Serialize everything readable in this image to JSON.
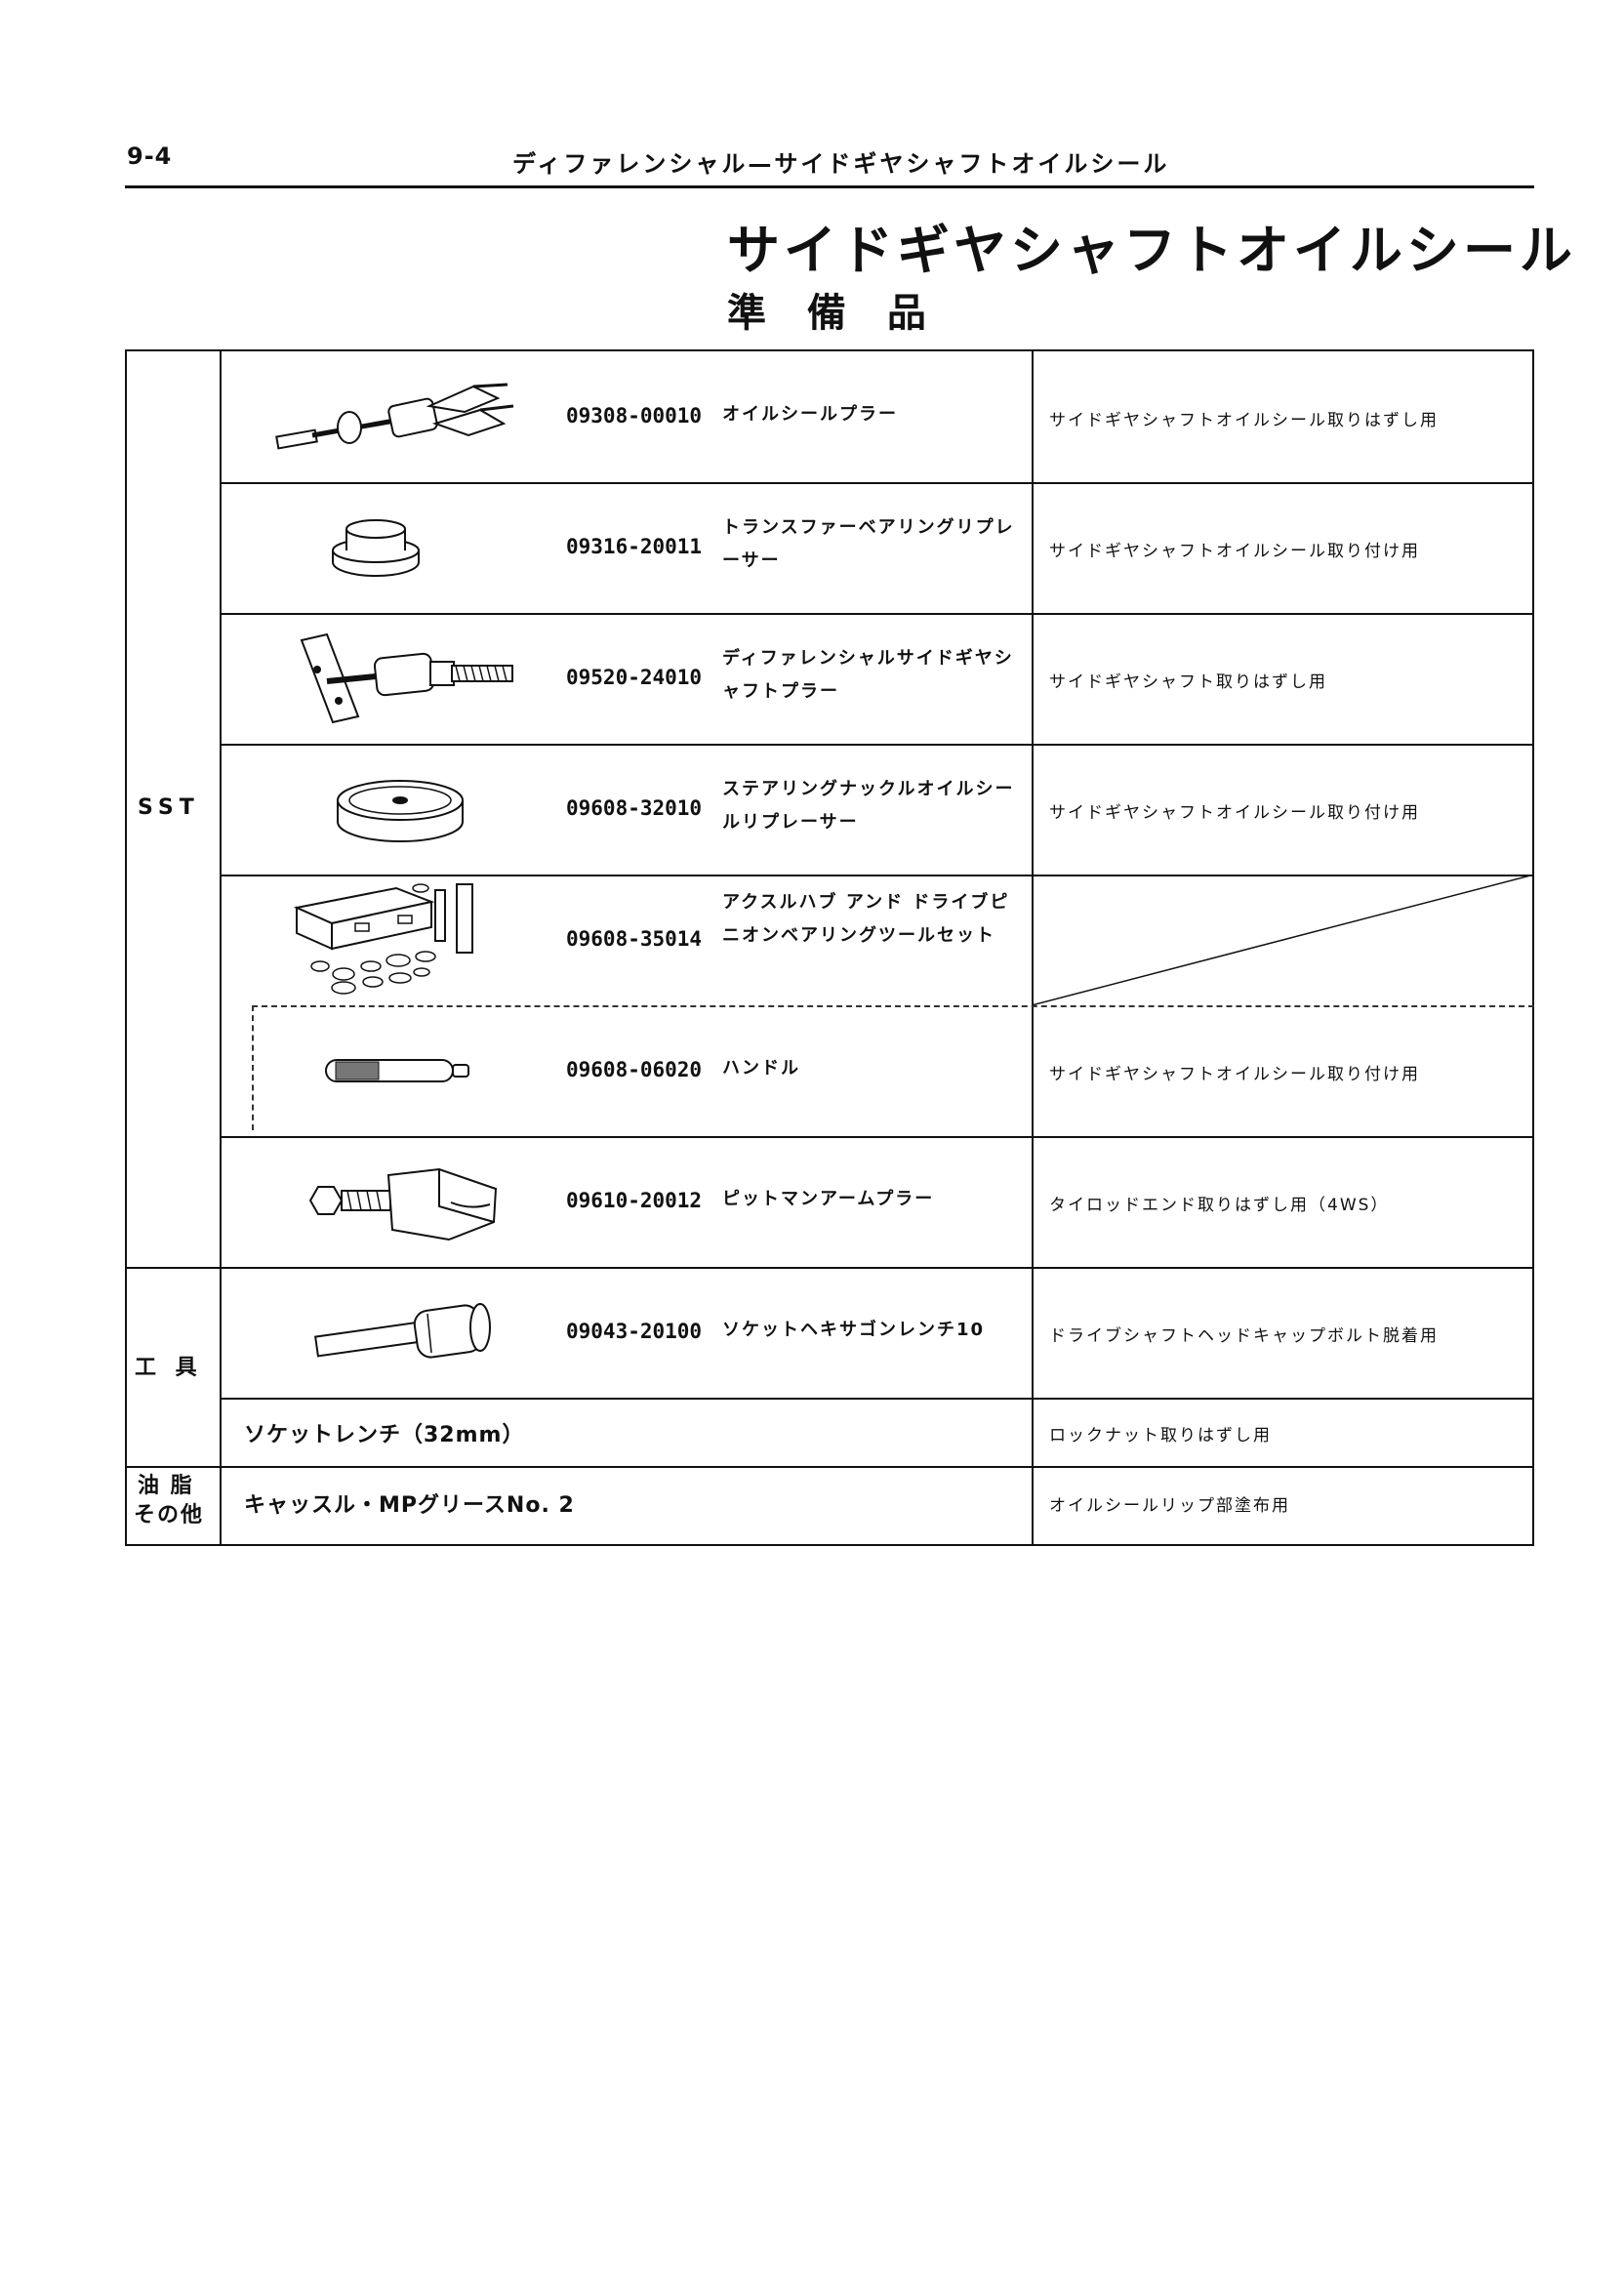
{
  "header": {
    "page_number": "9-4",
    "running_title": "ディファレンシャル—サイドギヤシャフトオイルシール"
  },
  "title": {
    "main": "サイドギヤシャフトオイルシール",
    "sub": "準 備 品"
  },
  "categories": {
    "sst": "SST",
    "tools": "工 具",
    "grease_line1": "油 脂",
    "grease_line2": "その他"
  },
  "sst_items": [
    {
      "part_no": "09308-00010",
      "name": "オイルシールプラー",
      "usage": "サイドギヤシャフトオイルシール取りはずし用",
      "icon": "oil-seal-puller-icon"
    },
    {
      "part_no": "09316-20011",
      "name": "トランスファーベアリングリプレーサー",
      "usage": "サイドギヤシャフトオイルシール取り付け用",
      "icon": "bearing-replacer-icon"
    },
    {
      "part_no": "09520-24010",
      "name": "ディファレンシャルサイドギヤシャフトプラー",
      "usage": "サイドギヤシャフト取りはずし用",
      "icon": "side-gear-shaft-puller-icon"
    },
    {
      "part_no": "09608-32010",
      "name": "ステアリングナックルオイルシールリプレーサー",
      "usage": "サイドギヤシャフトオイルシール取り付け用",
      "icon": "knuckle-seal-replacer-icon"
    },
    {
      "part_no": "09608-35014",
      "name": "アクスルハブ アンド ドライブピニオンベアリングツールセット",
      "usage": "",
      "icon": "tool-set-case-icon"
    },
    {
      "part_no": "09608-06020",
      "name": "ハンドル",
      "usage": "サイドギヤシャフトオイルシール取り付け用",
      "icon": "handle-icon"
    },
    {
      "part_no": "09610-20012",
      "name": "ピットマンアームプラー",
      "usage": "タイロッドエンド取りはずし用（4WS）",
      "icon": "pitman-arm-puller-icon"
    }
  ],
  "tool_items": [
    {
      "part_no": "09043-20100",
      "name": "ソケットヘキサゴンレンチ10",
      "usage": "ドライブシャフトヘッドキャップボルト脱着用",
      "icon": "hex-socket-wrench-icon"
    },
    {
      "name": "ソケットレンチ（32mm）",
      "usage": "ロックナット取りはずし用"
    }
  ],
  "grease_items": [
    {
      "name": "キャッスル・MPグリースNo. 2",
      "usage": "オイルシールリップ部塗布用"
    }
  ]
}
